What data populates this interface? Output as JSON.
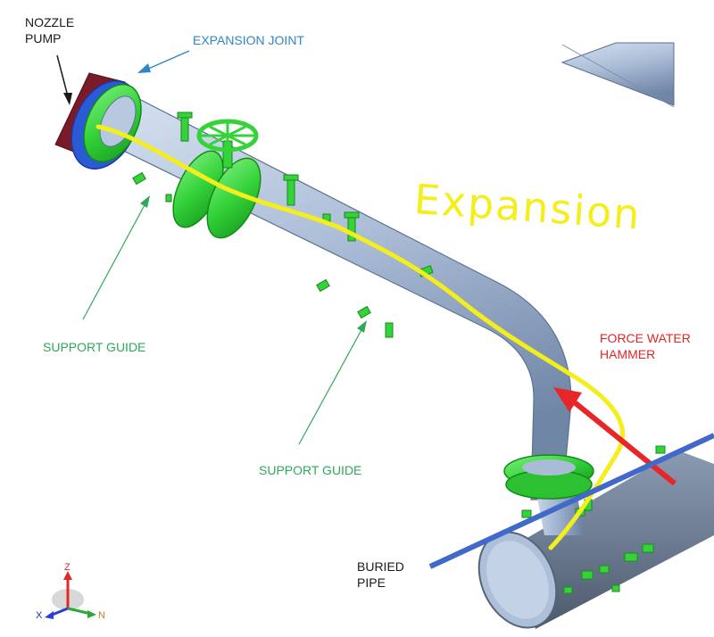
{
  "labels": {
    "nozzle_pump": [
      "NOZZLE",
      "PUMP"
    ],
    "expansion_joint": "EXPANSION JOINT",
    "support_guide_left": "SUPPORT GUIDE",
    "support_guide_mid": "SUPPORT GUIDE",
    "force_water_hammer": [
      "FORCE WATER",
      "HAMMER"
    ],
    "buried_pipe": [
      "BURIED",
      "PIPE"
    ],
    "expansion_scribble": "Expansion"
  },
  "axis_triad": {
    "z": "Z",
    "x": "X",
    "n": "N"
  },
  "colors": {
    "pipe": "#a9bcd6",
    "pipe_dark": "#6e84a3",
    "component_green": "#35d23a",
    "component_green_dark": "#169a1e",
    "expansion_joint_blue": "#2b5ad6",
    "nozzle_maroon": "#7b1a28",
    "highlight_yellow": "#f5ee1d",
    "force_red": "#e8262a",
    "buried_line_blue": "#4169c9",
    "label_black": "#1a1a1a",
    "label_blue": "#2f86c7",
    "label_green": "#2fa85a",
    "label_red": "#e0262a"
  }
}
